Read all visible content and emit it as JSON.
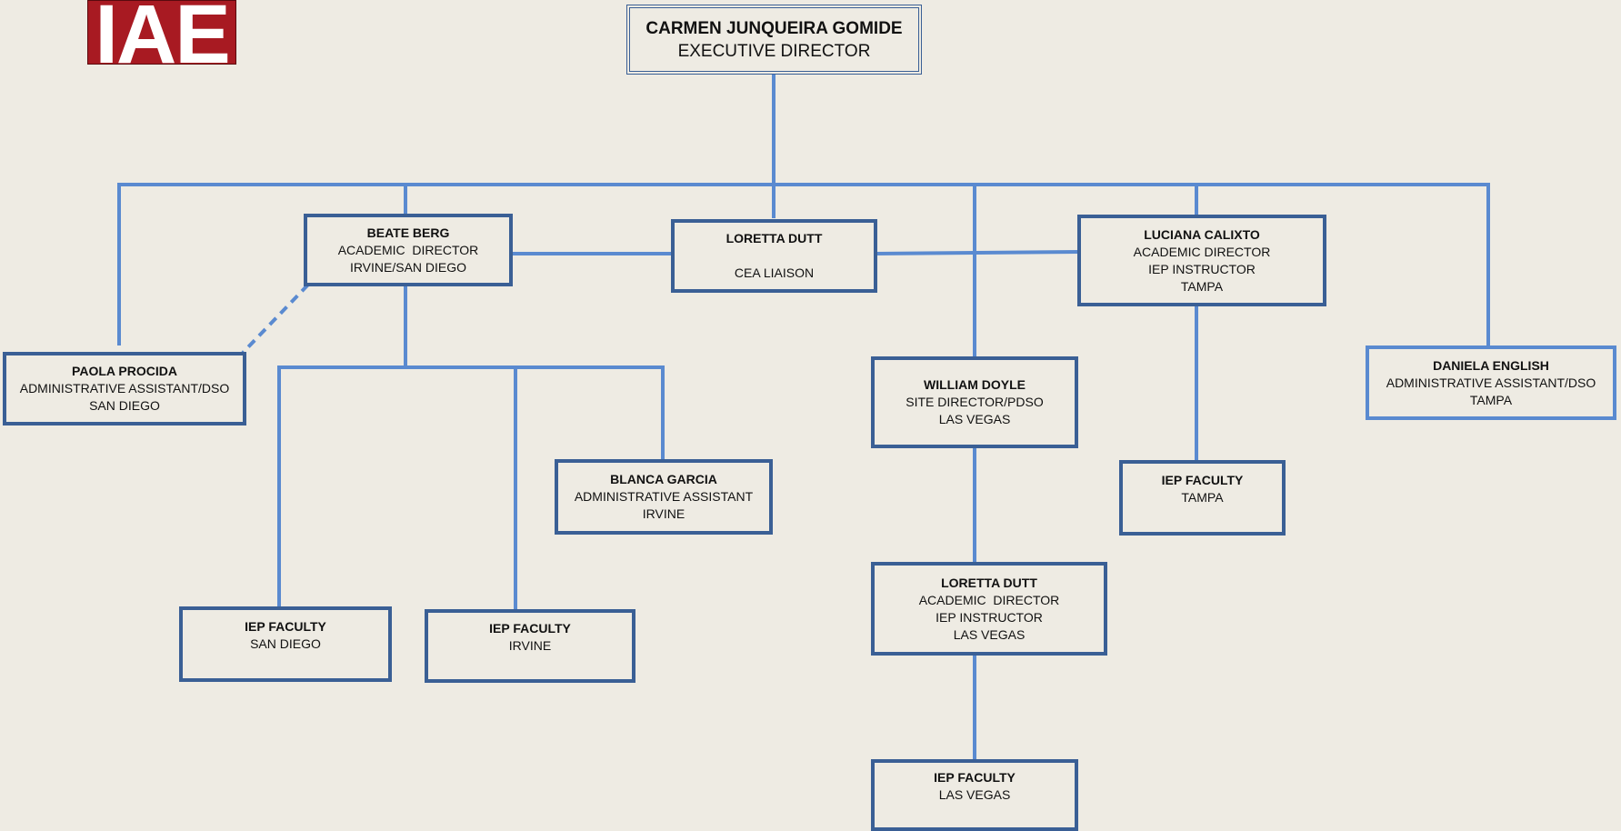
{
  "logo": {
    "text": "IAE",
    "color": "#a81a22"
  },
  "colors": {
    "line": "#5a8ad0",
    "border": "#3a5f95",
    "background": "#eeebe3"
  },
  "nodes": {
    "carmen": {
      "name": "CARMEN JUNQUEIRA GOMIDE",
      "lines": [
        "EXECUTIVE DIRECTOR"
      ]
    },
    "beate": {
      "name": "BEATE BERG",
      "lines": [
        "ACADEMIC  DIRECTOR",
        "IRVINE/SAN DIEGO"
      ]
    },
    "loretta_cea": {
      "name": "LORETTA DUTT",
      "lines": [
        "",
        "CEA LIAISON"
      ]
    },
    "luciana": {
      "name": "LUCIANA CALIXTO",
      "lines": [
        "ACADEMIC DIRECTOR",
        "IEP INSTRUCTOR",
        "TAMPA"
      ]
    },
    "paola": {
      "name": "PAOLA PROCIDA",
      "lines": [
        "ADMINISTRATIVE ASSISTANT/DSO",
        "SAN DIEGO"
      ]
    },
    "william": {
      "name": "WILLIAM DOYLE",
      "lines": [
        "SITE DIRECTOR/PDSO",
        "LAS VEGAS"
      ]
    },
    "daniela": {
      "name": "DANIELA ENGLISH",
      "lines": [
        "ADMINISTRATIVE ASSISTANT/DSO",
        "TAMPA"
      ]
    },
    "blanca": {
      "name": "BLANCA GARCIA",
      "lines": [
        "ADMINISTRATIVE ASSISTANT",
        "IRVINE"
      ]
    },
    "iep_tampa": {
      "name": "IEP FACULTY",
      "lines": [
        "TAMPA"
      ]
    },
    "loretta_lv": {
      "name": "LORETTA DUTT",
      "lines": [
        "ACADEMIC  DIRECTOR",
        "IEP INSTRUCTOR",
        "LAS VEGAS"
      ]
    },
    "iep_sd": {
      "name": "IEP FACULTY",
      "lines": [
        "SAN DIEGO"
      ]
    },
    "iep_irvine": {
      "name": "IEP FACULTY",
      "lines": [
        "IRVINE"
      ]
    },
    "iep_lv": {
      "name": "IEP FACULTY",
      "lines": [
        "LAS VEGAS"
      ]
    }
  }
}
